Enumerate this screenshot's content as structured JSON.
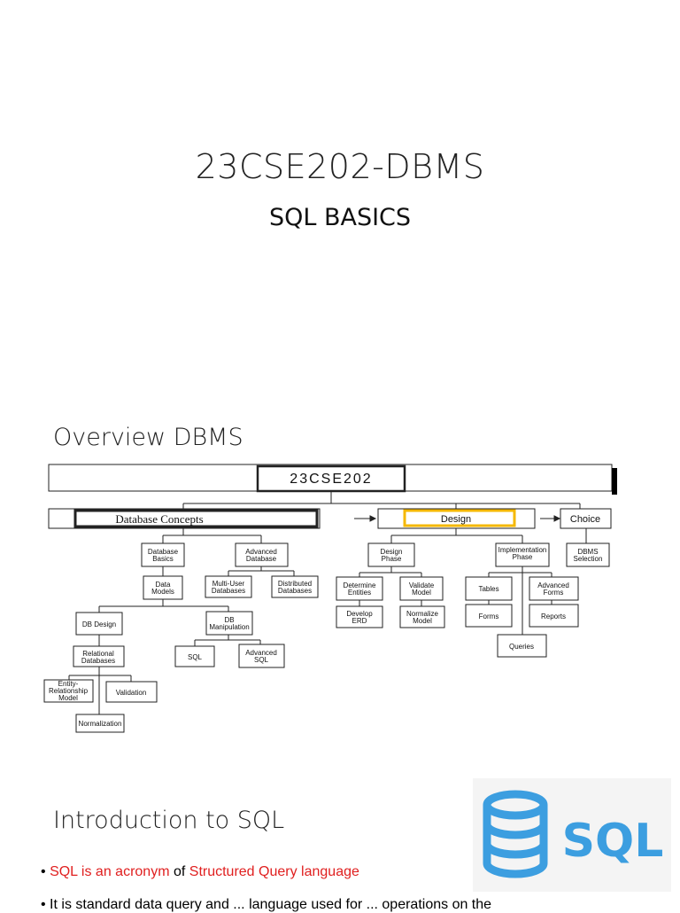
{
  "slide": {
    "title": "23CSE202-DBMS",
    "subtitle": "SQL BASICS"
  },
  "overview": {
    "heading": "Overview DBMS",
    "root": "23CSE202",
    "level1": {
      "concepts": "Database Concepts",
      "design": "Design",
      "choice": "Choice"
    },
    "nodes": {
      "database_basics": [
        "Database",
        "Basics"
      ],
      "advanced_database": [
        "Advanced",
        "Database"
      ],
      "data_models": [
        "Data",
        "Models"
      ],
      "multi_user": [
        "Multi-User",
        "Databases"
      ],
      "distributed": [
        "Distributed",
        "Databases"
      ],
      "db_design": [
        "DB Design"
      ],
      "db_manipulation": [
        "DB",
        "Manipulation"
      ],
      "relational": [
        "Relational",
        "Databases"
      ],
      "sql": [
        "SQL"
      ],
      "advanced_sql": [
        "Advanced",
        "SQL"
      ],
      "er_model": [
        "Entity-",
        "Relationship",
        "Model"
      ],
      "validation": [
        "Validation"
      ],
      "normalization": [
        "Normalization"
      ],
      "design_phase": [
        "Design",
        "Phase"
      ],
      "implementation_phase": [
        "Implementation",
        "Phase"
      ],
      "determine_entities": [
        "Determine",
        "Entities"
      ],
      "validate_model": [
        "Validate",
        "Model"
      ],
      "develop_erd": [
        "Develop",
        "ERD"
      ],
      "normalize_model": [
        "Normalize",
        "Model"
      ],
      "tables": [
        "Tables"
      ],
      "advanced_forms": [
        "Advanced",
        "Forms"
      ],
      "forms": [
        "Forms"
      ],
      "reports": [
        "Reports"
      ],
      "queries": [
        "Queries"
      ],
      "dbms_selection": [
        "DBMS",
        "Selection"
      ]
    },
    "colors": {
      "highlight": "#f5b800",
      "border": "#222222"
    }
  },
  "intro": {
    "heading": "Introduction to SQL",
    "bullet1": {
      "marker": "•",
      "red1": "SQL is an  acronym",
      "mid": "  of ",
      "red2": "Structured Query language"
    },
    "bullet2": "•  It is standard data query and ... language used for ... operations on the",
    "logo_text": "SQL",
    "logo_color": "#3c9ee0"
  }
}
